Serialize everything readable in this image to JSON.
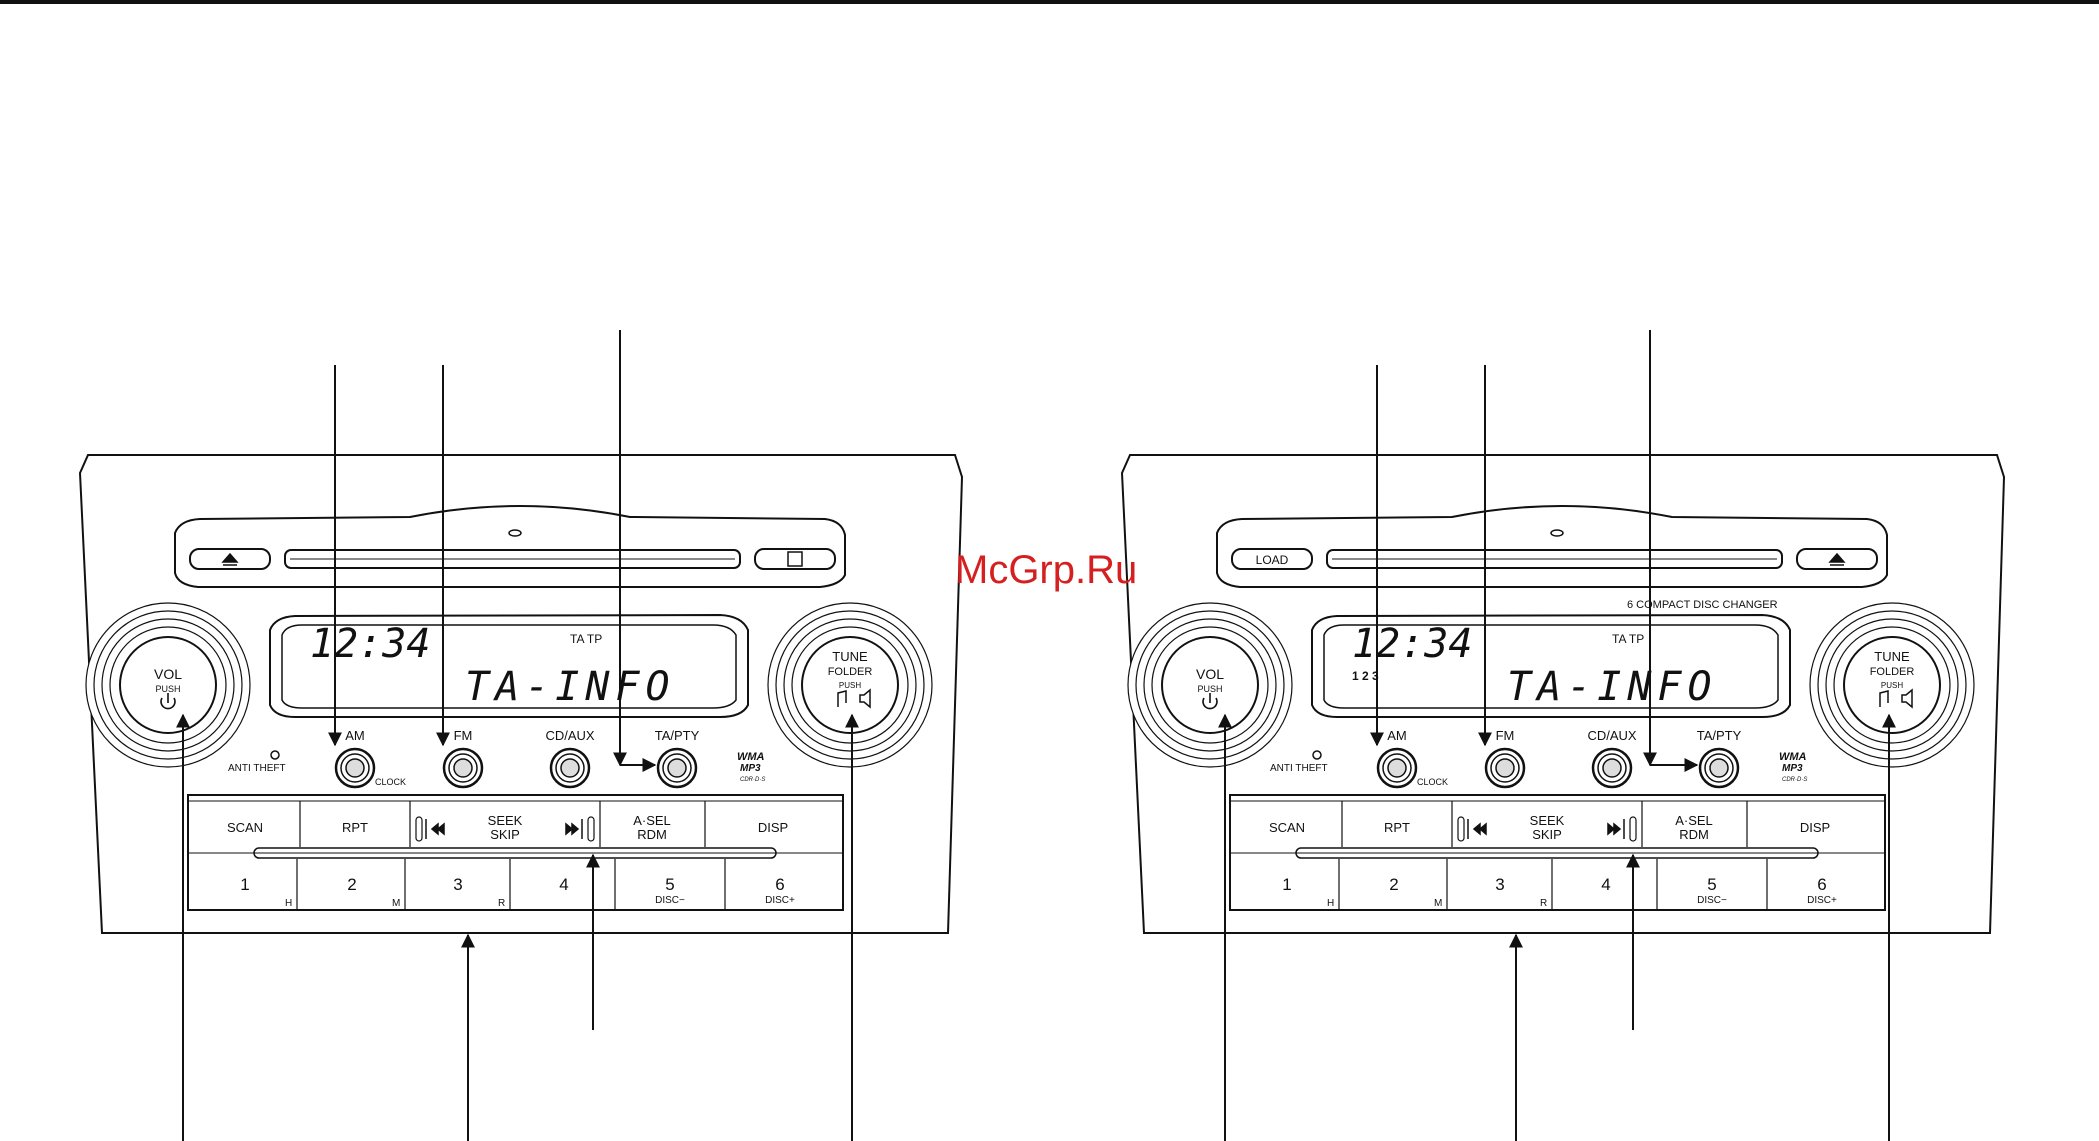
{
  "watermark": "McGrp.Ru",
  "colors": {
    "watermark": "#d42020",
    "line": "#111111",
    "panel": "#ffffff"
  },
  "units": [
    {
      "name": "single-cd-unit",
      "slot_left_icon": "eject-icon",
      "slot_right_icon": "cd-logo-icon",
      "changer_label": "",
      "clock": "12:34",
      "disc_indicators": "",
      "ta_tp": "TA TP",
      "display_text": "TA-INFO",
      "vol_knob": {
        "line1": "VOL",
        "line2": "PUSH",
        "icon": "power-icon"
      },
      "tune_knob": {
        "line1": "TUNE",
        "line2": "FOLDER",
        "line3": "PUSH",
        "icon": "note-speaker-icon"
      },
      "anti_theft": "ANTI  THEFT",
      "round_buttons": [
        "AM",
        "FM",
        "CD/AUX",
        "TA/PTY"
      ],
      "clock_label": "CLOCK",
      "formats": [
        "WMA",
        "MP3",
        "CDR·D·S"
      ],
      "function_row": [
        "SCAN",
        "RPT",
        "SEEK",
        "SKIP",
        "A·SEL",
        "RDM",
        "DISP"
      ],
      "preset_numbers": [
        "1",
        "2",
        "3",
        "4",
        "5",
        "6"
      ],
      "preset_subs": [
        "H",
        "M",
        "R",
        "",
        "DISC−",
        "DISC+"
      ]
    },
    {
      "name": "changer-unit",
      "slot_left_label": "LOAD",
      "slot_right_icon": "eject-icon",
      "changer_label": "6 COMPACT  DISC  CHANGER",
      "clock": "12:34",
      "disc_indicators": "1 2 3",
      "ta_tp": "TA TP",
      "display_text": "TA-INFO",
      "vol_knob": {
        "line1": "VOL",
        "line2": "PUSH",
        "icon": "power-icon"
      },
      "tune_knob": {
        "line1": "TUNE",
        "line2": "FOLDER",
        "line3": "PUSH",
        "icon": "note-speaker-icon"
      },
      "anti_theft": "ANTI  THEFT",
      "round_buttons": [
        "AM",
        "FM",
        "CD/AUX",
        "TA/PTY"
      ],
      "clock_label": "CLOCK",
      "formats": [
        "WMA",
        "MP3",
        "CDR·D·S"
      ],
      "function_row": [
        "SCAN",
        "RPT",
        "SEEK",
        "SKIP",
        "A·SEL",
        "RDM",
        "DISP"
      ],
      "preset_numbers": [
        "1",
        "2",
        "3",
        "4",
        "5",
        "6"
      ],
      "preset_subs": [
        "H",
        "M",
        "R",
        "",
        "DISC−",
        "DISC+"
      ]
    }
  ]
}
